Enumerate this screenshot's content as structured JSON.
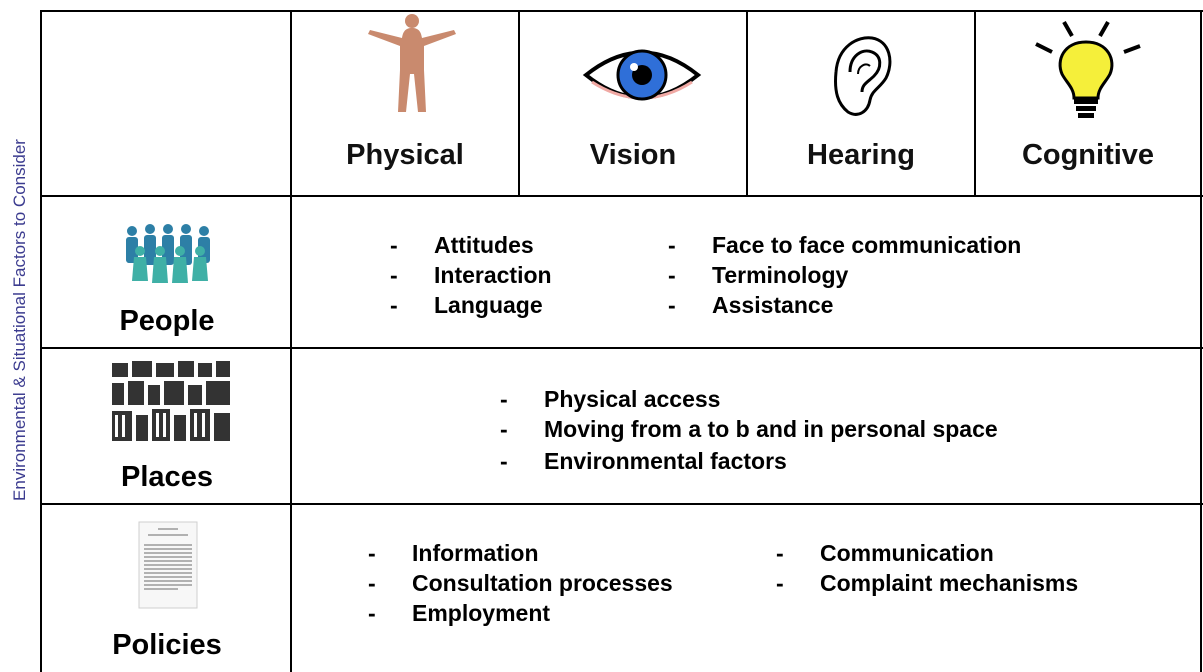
{
  "side_label": "Environmental & Situational  Factors to Consider",
  "columns": [
    {
      "label": "Physical",
      "icon": "human-figure-icon"
    },
    {
      "label": "Vision",
      "icon": "eye-icon"
    },
    {
      "label": "Hearing",
      "icon": "ear-icon"
    },
    {
      "label": "Cognitive",
      "icon": "light-bulb-icon"
    }
  ],
  "rows": [
    {
      "label": "People",
      "icon": "people-group-icon",
      "left_items": [
        "Attitudes",
        "Interaction",
        "Language"
      ],
      "right_items": [
        "Face to face communication",
        "Terminology",
        "Assistance"
      ]
    },
    {
      "label": "Places",
      "icon": "buildings-icon",
      "items": [
        "Physical access",
        "Moving from a to b and in personal space",
        "Environmental factors"
      ]
    },
    {
      "label": "Policies",
      "icon": "document-icon",
      "left_items": [
        "Information",
        "Consultation processes",
        "Employment"
      ],
      "right_items": [
        "Communication",
        "Complaint mechanisms"
      ]
    }
  ],
  "bullet_marker": "-",
  "colors": {
    "side_label": "#3b3b8f",
    "grid": "#000000",
    "eye_iris": "#2f6fd8",
    "bulb": "#f5ef3a",
    "skin": "#c98a6e",
    "people": "#2d7fa6"
  }
}
